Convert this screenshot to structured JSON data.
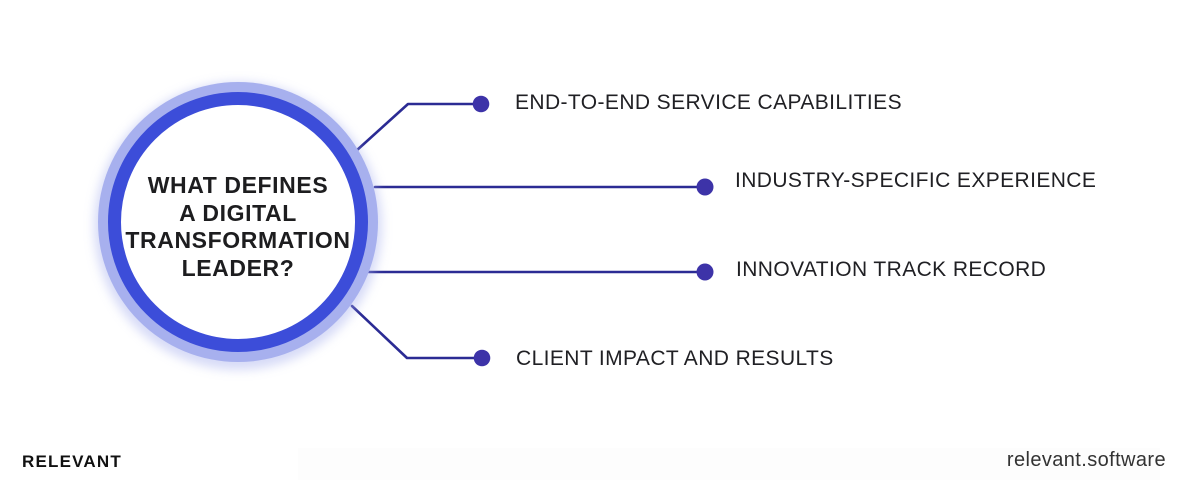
{
  "colors": {
    "ring-blue": "#3c4dd9",
    "ring-lavender": "#a7b0ee",
    "line-color": "#2b2b94",
    "dot-color": "#3d33a8",
    "title-color": "#1d1d1f",
    "label-color": "#202024",
    "brand-color": "#111111",
    "website-color": "#333333"
  },
  "center": {
    "title_lines": [
      "WHAT DEFINES",
      "A DIGITAL",
      "TRANSFORMATION",
      "LEADER?"
    ]
  },
  "branches": [
    {
      "label": "END-TO-END SERVICE CAPABILITIES"
    },
    {
      "label": "INDUSTRY-SPECIFIC EXPERIENCE"
    },
    {
      "label": "INNOVATION TRACK RECORD"
    },
    {
      "label": "CLIENT IMPACT AND RESULTS"
    }
  ],
  "footer": {
    "brand": "RELEVANT",
    "website": "relevant.software"
  }
}
